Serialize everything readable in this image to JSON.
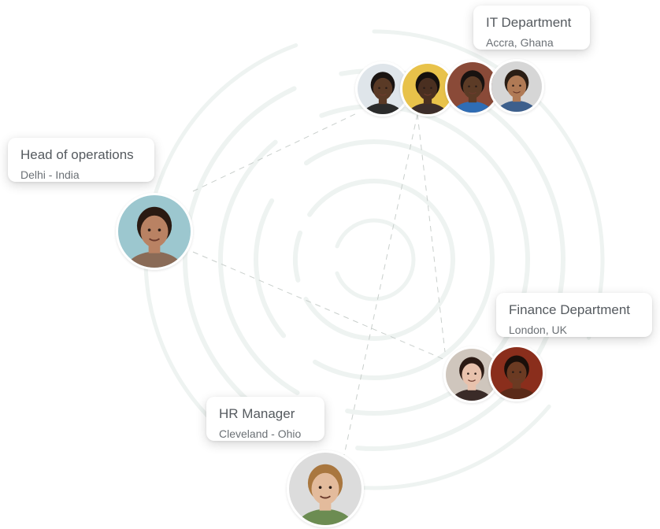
{
  "nodes": {
    "it": {
      "title": "IT Department",
      "location": "Accra, Ghana"
    },
    "ops": {
      "title": "Head of operations",
      "location": "Delhi - India"
    },
    "finance": {
      "title": "Finance Department",
      "location": "London, UK"
    },
    "hr": {
      "title": "HR Manager",
      "location": "Cleveland - Ohio"
    }
  },
  "avatars": {
    "it": [
      {
        "name": "person-icon",
        "skin": "#5a3a26",
        "hair": "#1a1412",
        "bg": "#dfe5ea",
        "shirt": "#2b2b2b"
      },
      {
        "name": "person-icon",
        "skin": "#4a2f20",
        "hair": "#15100d",
        "bg": "#e8c24a",
        "shirt": "#3c2d2a"
      },
      {
        "name": "person-icon",
        "skin": "#5c3b26",
        "hair": "#181210",
        "bg": "#8a4a38",
        "shirt": "#2f6db5"
      },
      {
        "name": "person-icon",
        "skin": "#b07a55",
        "hair": "#2a1d14",
        "bg": "#d6d6d6",
        "shirt": "#3d5f8c"
      }
    ],
    "ops": [
      {
        "name": "person-icon",
        "skin": "#b98263",
        "hair": "#2a1a12",
        "bg": "#9cc7cf",
        "shirt": "#8a6b57"
      }
    ],
    "finance": [
      {
        "name": "person-icon",
        "skin": "#e8c2ad",
        "hair": "#2b1a14",
        "bg": "#cfc6bd",
        "shirt": "#3a2b28"
      },
      {
        "name": "person-icon",
        "skin": "#6b3a22",
        "hair": "#1a0f0a",
        "bg": "#8a2e1c",
        "shirt": "#5a2a18"
      }
    ],
    "hr": [
      {
        "name": "person-icon",
        "skin": "#e3bb9c",
        "hair": "#a9773f",
        "bg": "#dcdcdc",
        "shirt": "#6c8c52"
      }
    ]
  },
  "colors": {
    "ring": "#eef3f1",
    "connector": "#c9cfcc"
  }
}
